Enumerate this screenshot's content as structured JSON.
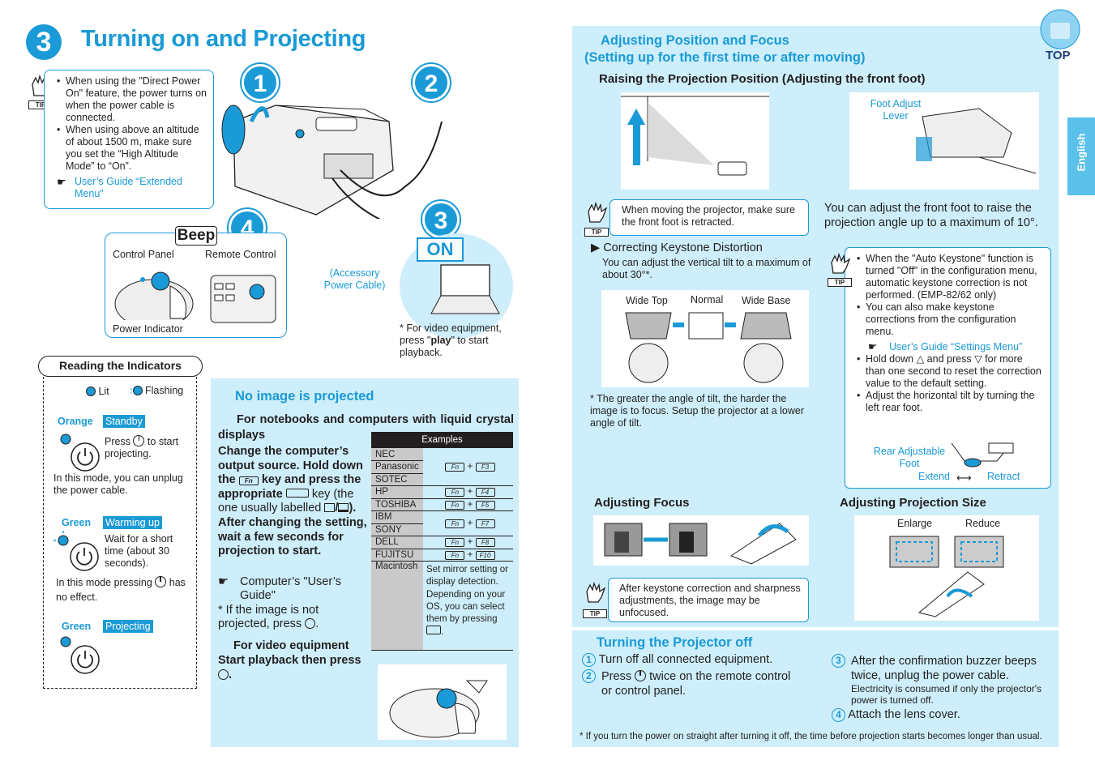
{
  "page": {
    "section_number": "3",
    "title": "Turning on and Projecting",
    "top_label": "TOP",
    "side_tab": "English"
  },
  "tip1": {
    "label": "TIP",
    "bullet1": "When using the \"Direct Power On\" feature, the power turns on when the power cable is connected.",
    "bullet2": "When using above an altitude of about 1500 m, make sure you set the “High Altitude Mode” to “On”.",
    "ref": "User’s Guide “Extended Menu”"
  },
  "steps": {
    "n1": "1",
    "n2": "2",
    "n3": "3",
    "n4": "4",
    "beep": "Beep",
    "on": "ON",
    "control_panel": "Control Panel",
    "remote_control": "Remote Control",
    "power_indicator": "Power Indicator",
    "accessory_cable": "(Accessory Power Cable)",
    "video_note_pre": "* For video equipment, press \"",
    "video_note_bold": "play",
    "video_note_post": "\" to start playback."
  },
  "indicators": {
    "title": "Reading the Indicators",
    "lit": "Lit",
    "flashing": "Flashing",
    "orange": "Orange",
    "standby": "Standby",
    "press": "Press",
    "to_start": "to start projecting.",
    "standby_note": "In this mode, you can unplug the power cable.",
    "green1": "Green",
    "warming": "Warming up",
    "warming_text": "Wait for a short time (about 30 seconds).",
    "warming_note_pre": "In this mode pressing",
    "warming_note_post": "has no effect.",
    "green2": "Green",
    "projecting": "Projecting"
  },
  "noimage": {
    "title": "No image is projected",
    "sub1": "For notebooks and computers with liquid crystal displays",
    "p1": "Change the computer’s output source. Hold down the",
    "p2": "key and press the appropriate",
    "p3": "key (the one usually labelled",
    "p4": "). After changing the setting, wait a few seconds for projection to start.",
    "ref": "Computer’s \"User’s Guide\"",
    "note": "* If the image is not projected, press",
    "sub2": "For video equipment",
    "video": "Start playback then press",
    "fn": "Fn",
    "examples_header": "Examples",
    "table": [
      {
        "brand": "NEC",
        "key": "F3"
      },
      {
        "brand": "Panasonic",
        "key": ""
      },
      {
        "brand": "SOTEC",
        "key": ""
      },
      {
        "brand": "HP",
        "key": "F4"
      },
      {
        "brand": "TOSHIBA",
        "key": "F5"
      },
      {
        "brand": "IBM",
        "key": "F7"
      },
      {
        "brand": "SONY",
        "key": ""
      },
      {
        "brand": "DELL",
        "key": "F8"
      },
      {
        "brand": "FUJITSU",
        "key": "F10"
      }
    ],
    "plus": "+",
    "mac": "Macintosh",
    "mac_text": "Set mirror setting or display detection. Depending on your OS, you can select them by pressing"
  },
  "right": {
    "title1": "Adjusting Position and Focus",
    "title2": "(Setting up for the first time or after moving)",
    "raise": "Raising the Projection Position (Adjusting the front foot)",
    "foot_lever": "Foot Adjust Lever",
    "tip2": "When moving the projector, make sure the front foot is retracted.",
    "front_foot": "You can adjust the front foot to raise the projection angle up to a maximum of 10°.",
    "keystone_title": "Correcting Keystone Distortion",
    "keystone_text": "You can adjust the vertical tilt to a maximum of about 30°*.",
    "wide_top": "Wide Top",
    "normal": "Normal",
    "wide_base": "Wide Base",
    "tilt_note": "* The greater the angle of tilt, the harder the image is to focus. Setup the projector at a lower angle of tilt.",
    "tip3_b1": "When the \"Auto Keystone\" function is turned \"Off\" in the configuration menu, automatic keystone correction is not performed. (EMP-82/62 only)",
    "tip3_b2": "You can also make keystone corrections from the configuration menu.",
    "tip3_ref": "User’s Guide “Settings Menu”",
    "tip3_b3_pre": "Hold down",
    "tip3_b3_mid": "and press",
    "tip3_b3_post": "for more than one second to reset the correction value to the default setting.",
    "tip3_b4": "Adjust the horizontal tilt by turning the left rear foot.",
    "rear_foot": "Rear Adjustable Foot",
    "extend": "Extend",
    "retract": "Retract",
    "focus": "Adjusting Focus",
    "size": "Adjusting Projection Size",
    "enlarge": "Enlarge",
    "reduce": "Reduce",
    "tip4": "After keystone correction and sharpness adjustments, the image may be unfocused."
  },
  "off": {
    "title": "Turning the Projector off",
    "s1": "Turn off all connected equipment.",
    "s2_pre": "Press",
    "s2_post": "twice on the remote control or control panel.",
    "s3": "After the confirmation buzzer beeps twice, unplug the power cable.",
    "s3_note": "Electricity is consumed if only the projector's power is turned off.",
    "s4": "Attach the lens cover.",
    "n1": "1",
    "n2": "2",
    "n3": "3",
    "n4": "4",
    "footnote": "* If you turn the power on straight after turning it off, the time before projection starts becomes longer than usual."
  },
  "colors": {
    "accent": "#1a9ad6",
    "panel": "#cdeefa"
  }
}
